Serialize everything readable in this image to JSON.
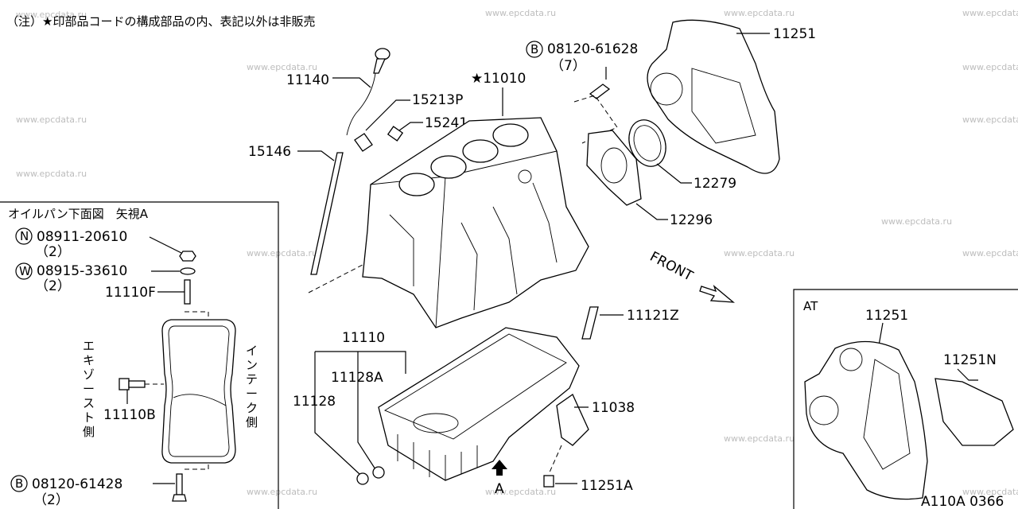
{
  "note": "（注）★印部品コードの構成部品の内、表記以外は非販売",
  "watermark": "www.epcdata.ru",
  "figure_id": "A110A 0366",
  "front_label": "FRONT",
  "view_a_label": "A",
  "inset_left": {
    "title": "オイルパン下面図　矢視A",
    "exhaust_side": [
      "エ",
      "キ",
      "ゾ",
      "ー",
      "ス",
      "ト",
      "側"
    ],
    "intake_side": [
      "イ",
      "ン",
      "テ",
      "ー",
      "ク",
      "側"
    ]
  },
  "inset_right": {
    "title": "AT"
  },
  "badges": {
    "n": "N",
    "w": "W",
    "b": "B"
  },
  "parts": {
    "p11251": "11251",
    "p08120_61628": "08120-61628",
    "p08120_61628_qty": "（7）",
    "p11140": "11140",
    "p11010": "★11010",
    "p15213p": "15213P",
    "p15241": "15241",
    "p15146": "15146",
    "p12279": "12279",
    "p12296": "12296",
    "p08911_20610": "08911-20610",
    "p08911_20610_qty": "（2）",
    "p08915_33610": "08915-33610",
    "p08915_33610_qty": "（2）",
    "p11110f": "11110F",
    "p11121z": "11121Z",
    "p11110": "11110",
    "p11128a": "11128A",
    "p11128": "11128",
    "p11110b": "11110B",
    "p11038": "11038",
    "p08120_61428": "08120-61428",
    "p08120_61428_qty": "（2）",
    "p11251a": "11251A",
    "p11251_at": "11251",
    "p11251n": "11251N"
  }
}
